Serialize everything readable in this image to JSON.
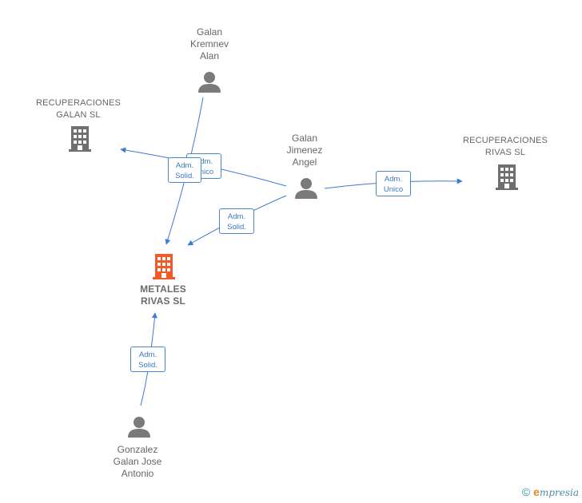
{
  "nodes": {
    "kremnev": {
      "lines": [
        "Galan",
        "Kremnev",
        "Alan"
      ]
    },
    "recup_galan": {
      "lines": [
        "RECUPERACIONES",
        "GALAN  SL"
      ]
    },
    "jimenez": {
      "lines": [
        "Galan",
        "Jimenez",
        "Angel"
      ]
    },
    "recup_rivas": {
      "lines": [
        "RECUPERACIONES",
        "RIVAS  SL"
      ]
    },
    "metales": {
      "lines": [
        "METALES",
        "RIVAS  SL"
      ]
    },
    "gonzalez": {
      "lines": [
        "Gonzalez",
        "Galan Jose",
        "Antonio"
      ]
    }
  },
  "badges": {
    "b1": [
      "Adm.",
      "Unico"
    ],
    "b2": [
      "Adm.",
      "Solid."
    ],
    "b3": [
      "Adm.",
      "Solid."
    ],
    "b4": [
      "Adm.",
      "Unico"
    ],
    "b5": [
      "Adm.",
      "Solid."
    ]
  },
  "colors": {
    "edge": "#3a7bd5",
    "person": "#7a7a7a",
    "company": "#6f6f6f",
    "focus_company": "#f05a28"
  },
  "footer": {
    "copyright": "©",
    "brand_initial": "e",
    "brand_rest": "mpresia"
  }
}
